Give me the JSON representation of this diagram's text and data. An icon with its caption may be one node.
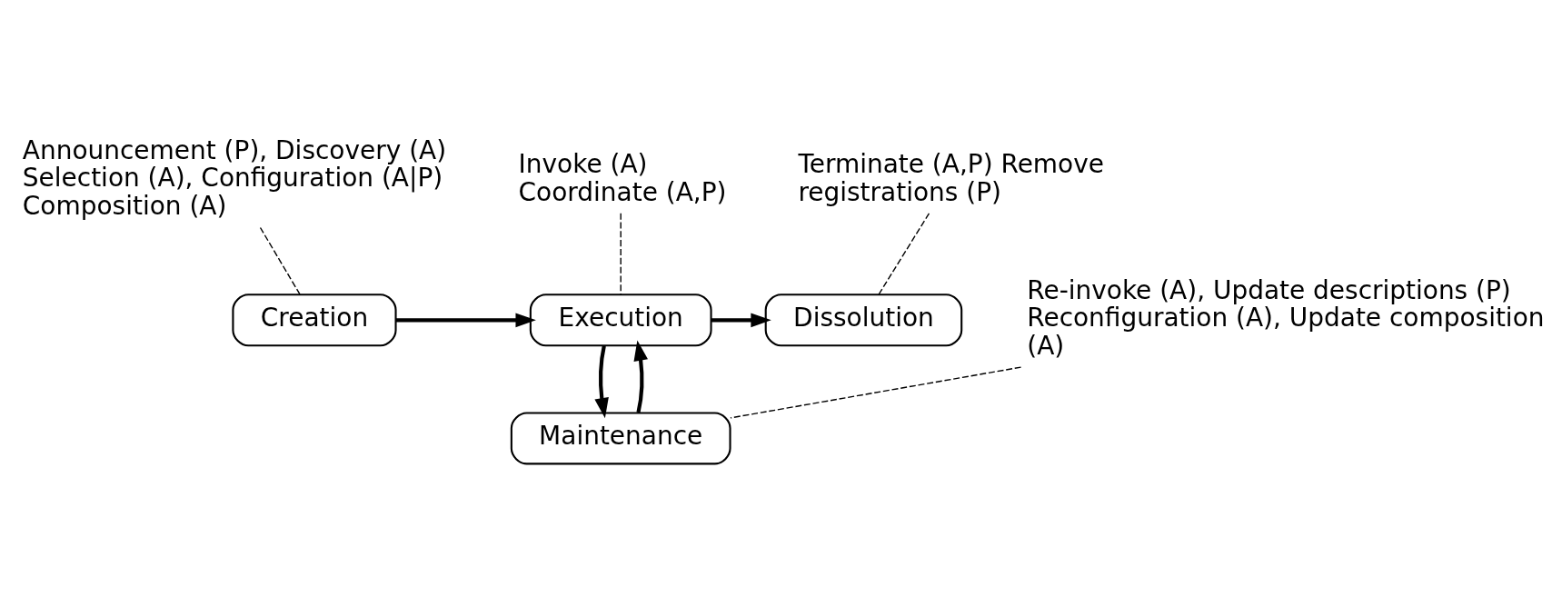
{
  "diagram": {
    "nodes": [
      {
        "text": [
          "Announcement (P), Discovery (A) Selection (A), Configuration (A|P) Composition (A)"
        ]
      },
      {
        "text": [
          "Creation"
        ]
      },
      {
        "text": [
          "Invoke (A) Coordinate (A,P)"
        ]
      },
      {
        "text": [
          "Execution"
        ]
      },
      {
        "text": [
          "Terminate (A,P) Remove registrations (P)"
        ]
      },
      {
        "text": [
          "Dissolution"
        ]
      },
      {
        "text": [
          "Maintenance"
        ]
      },
      {
        "text": [
          "Re-invoke (A), Update descriptions (P) Reconfiguration (A), Update composition (A)"
        ]
      }
    ],
    "edges": [
      {
        "from": 0,
        "to": 1,
        "arrow": "none",
        "style": "dashed"
      },
      {
        "from": 2,
        "to": 3,
        "arrow": "none",
        "style": "dashed"
      },
      {
        "from": 4,
        "to": 5,
        "arrow": "none",
        "style": "dashed"
      },
      {
        "from": 1,
        "to": 3,
        "arrow": "to",
        "style": "thick"
      },
      {
        "from": 3,
        "to": 5,
        "arrow": "to",
        "style": "thick"
      },
      {
        "from": 3,
        "to": 6,
        "arrow": "to",
        "style": "thick"
      },
      {
        "from": 6,
        "to": 3,
        "arrow": "to",
        "style": "thick"
      },
      {
        "from": 7,
        "to": 6,
        "arrow": "none",
        "style": "dashed"
      }
    ]
  }
}
